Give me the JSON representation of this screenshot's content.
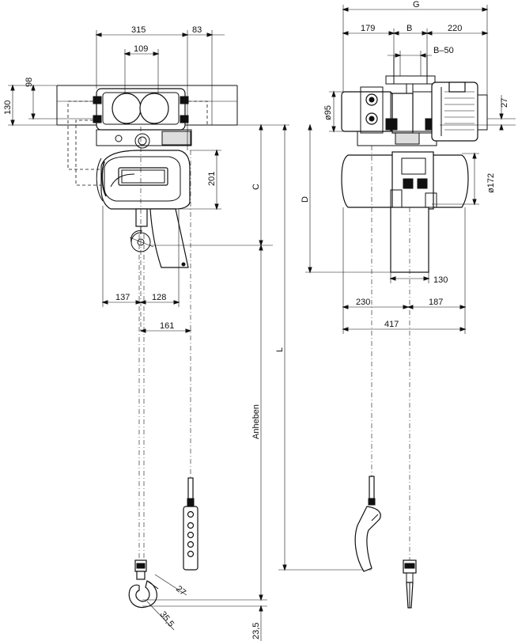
{
  "colors": {
    "line": "#111111",
    "background": "#ffffff"
  },
  "dims": {
    "w315": "315",
    "w83": "83",
    "w109": "109",
    "h98": "98",
    "h130": "130",
    "h201": "201",
    "C": "C",
    "w137": "137",
    "w128": "128",
    "w161": "161",
    "L": "L",
    "anheben": "Anheben",
    "h27_hook": "27",
    "r35_5": "35,5",
    "h23_5": "23,5",
    "G": "G",
    "w179": "179",
    "B": "B",
    "w220": "220",
    "B50": "B–50",
    "d95": "ø95",
    "h27_right": "27",
    "d172": "ø172",
    "D": "D",
    "w130_right": "130",
    "w230": "230",
    "w187": "187",
    "w417": "417"
  },
  "icons": [
    "pendant-control-icon",
    "hook-icon",
    "motor-icon",
    "trolley-wheel-icon"
  ]
}
